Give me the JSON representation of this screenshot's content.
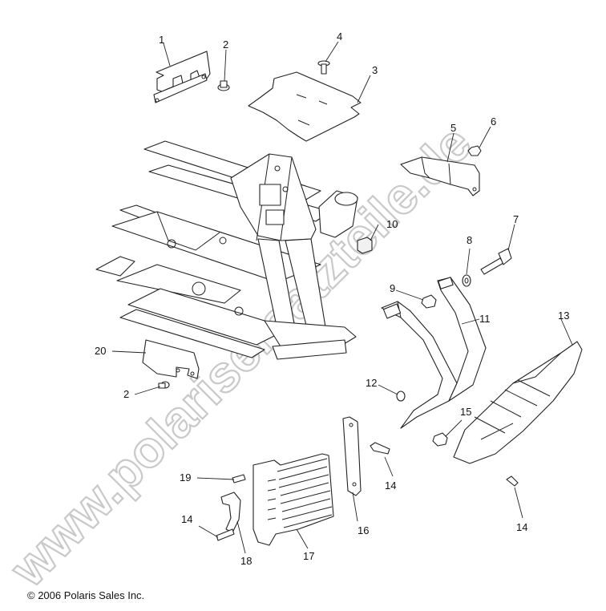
{
  "watermark": "www.polarisersatzteile.de",
  "copyright": "© 2006 Polaris Sales Inc.",
  "callouts": {
    "c1": "1",
    "c2a": "2",
    "c2b": "2",
    "c3": "3",
    "c4": "4",
    "c5": "5",
    "c6": "6",
    "c7": "7",
    "c8": "8",
    "c9": "9",
    "c10": "10",
    "c11": "11",
    "c12": "12",
    "c13": "13",
    "c14a": "14",
    "c14b": "14",
    "c14c": "14",
    "c15": "15",
    "c16": "16",
    "c17": "17",
    "c18": "18",
    "c19": "19",
    "c20": "20"
  }
}
